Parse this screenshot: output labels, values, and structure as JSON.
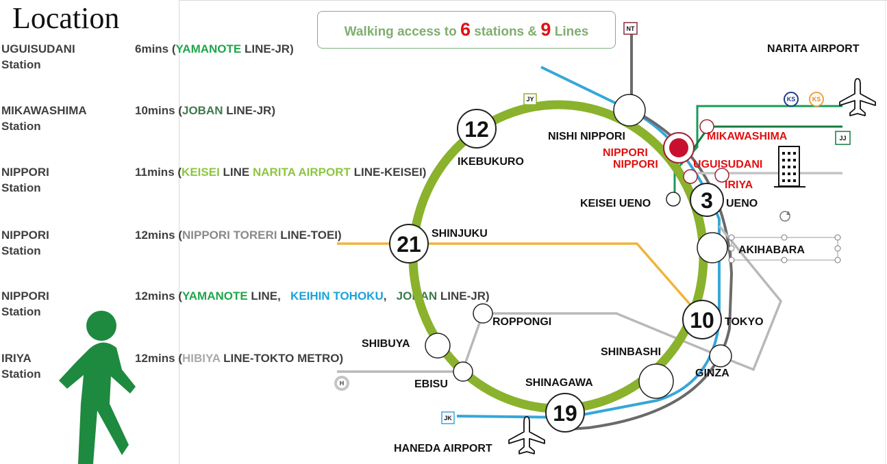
{
  "title": "Location",
  "callout": {
    "prefix": "Walking access to ",
    "stations_count": "6",
    "middle": " stations & ",
    "lines_count": "9",
    "suffix": " Lines"
  },
  "access_list": [
    {
      "station": "UGUISUDANI\nStation",
      "time": "6mins (",
      "segments": [
        {
          "text": "YAMANOTE",
          "color": "#1fa64a"
        },
        {
          "text": " LINE-JR)",
          "color": "#404040"
        }
      ]
    },
    {
      "station": "MIKAWASHIMA\nStation",
      "time": "10mins (",
      "segments": [
        {
          "text": "JOBAN",
          "color": "#3d7a4c"
        },
        {
          "text": " LINE-JR)",
          "color": "#404040"
        }
      ]
    },
    {
      "station": "NIPPORI\nStation",
      "time": "11mins (",
      "segments": [
        {
          "text": "KEISEI",
          "color": "#8cc63f"
        },
        {
          "text": " LINE ",
          "color": "#404040"
        },
        {
          "text": "NARITA AIRPORT",
          "color": "#8cc63f"
        },
        {
          "text": " LINE-KEISEI)",
          "color": "#404040"
        }
      ]
    },
    {
      "station": "NIPPORI\nStation",
      "time": "12mins (",
      "segments": [
        {
          "text": "NIPPORI TORERI",
          "color": "#8a8a8a"
        },
        {
          "text": " LINE-TOEI)",
          "color": "#404040"
        }
      ]
    },
    {
      "station": "NIPPORI\nStation",
      "time": "12mins (",
      "segments": [
        {
          "text": "YAMANOTE",
          "color": "#1fa64a"
        },
        {
          "text": " LINE,   ",
          "color": "#404040"
        },
        {
          "text": "KEIHIN TOHOKU",
          "color": "#1aa3d8"
        },
        {
          "text": ",   ",
          "color": "#404040"
        },
        {
          "text": "JOBAN",
          "color": "#3d7a4c"
        },
        {
          "text": " LINE-JR)",
          "color": "#404040"
        }
      ]
    },
    {
      "station": "IRIYA\nStation",
      "time": "12mins (",
      "segments": [
        {
          "text": "HIBIYA",
          "color": "#a8a8a8"
        },
        {
          "text": " LINE-TOKTO METRO)",
          "color": "#404040"
        }
      ]
    }
  ],
  "stations": {
    "ikebukuro": {
      "name": "IKEBUKURO",
      "number": "12"
    },
    "shinjuku": {
      "name": "SHINJUKU",
      "number": "21"
    },
    "shinagawa": {
      "name": "SHINAGAWA",
      "number": "19"
    },
    "tokyo": {
      "name": "TOKYO",
      "number": "10"
    },
    "ueno": {
      "name": "UENO",
      "number": "3"
    },
    "nishi_nippori": "NISHI NIPPORI",
    "nippori_1": "NIPPORI",
    "nippori_2": "NIPPORI",
    "mikawashima": "MIKAWASHIMA",
    "uguisudani": "UGUISUDANI",
    "iriya": "IRIYA",
    "keisei_ueno": "KEISEI UENO",
    "akihabara": "AKIHABARA",
    "roppongi": "ROPPONGI",
    "shibuya": "SHIBUYA",
    "ebisu": "EBISU",
    "shinbashi": "SHINBASHI",
    "ginza": "GINZA"
  },
  "airports": {
    "narita": "NARITA AIRPORT",
    "haneda": "HANEDA AIRPORT"
  },
  "badges": {
    "nt": "NT",
    "jy": "JY",
    "ks1": "KS",
    "ks2": "KS",
    "jj": "JJ",
    "jk": "JK",
    "h": "H"
  },
  "colors": {
    "yamanote": "#8ab22d",
    "keihin_tohoku": "#35a7d8",
    "joban": "#147a3c",
    "keisei": "#1a9a5a",
    "toei": "#6a6a6a",
    "hibiya": "#b8b8b8",
    "chuo": "#f0b43c",
    "accent_red": "#e01010",
    "walker": "#1e8a3f",
    "callout_text": "#7fae6f"
  },
  "icons": [
    "airplane-icon",
    "building-icon",
    "walking-person-icon",
    "rotate-handle-icon"
  ]
}
